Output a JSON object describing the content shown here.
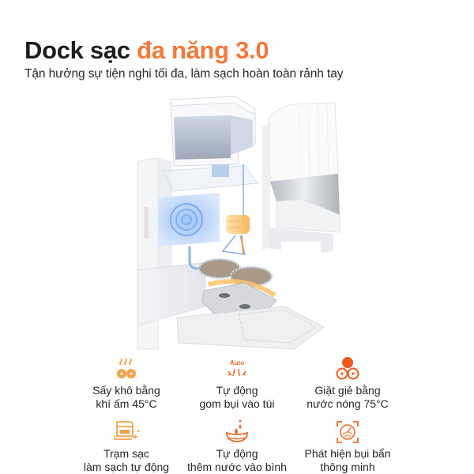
{
  "header": {
    "title_part1": "Dock sạc ",
    "title_part2": "đa năng 3.0",
    "subtitle": "Tận hưởng sự tiện nghi tối đa, làm sạch hoàn toàn rảnh tay"
  },
  "colors": {
    "accent": "#f6783a",
    "title_dark": "#1d1d1d",
    "text": "#262626"
  },
  "product_image": {
    "description": "Exploded view of multi-function charging dock 3.0"
  },
  "features": [
    {
      "icon": "hot-air-dry-icon",
      "line1": "Sấy khô bằng",
      "line2": "khí ấm 45°C"
    },
    {
      "icon": "auto-dust-collect-icon",
      "icon_text": "Auto",
      "line1": "Tự động",
      "line2": "gom bụi vào túi"
    },
    {
      "icon": "hot-water-wash-icon",
      "line1": "Giặt giẻ bằng",
      "line2": "nước nóng 75°C"
    },
    {
      "icon": "self-cleaning-station-icon",
      "line1": "Trạm sạc",
      "line2": "làm sạch tự động"
    },
    {
      "icon": "auto-water-refill-icon",
      "line1": "Tự động",
      "line2": "thêm nước vào bình"
    },
    {
      "icon": "smart-dirt-detect-icon",
      "line1": "Phát hiện bụi bẩn",
      "line2": "thông minh"
    }
  ]
}
